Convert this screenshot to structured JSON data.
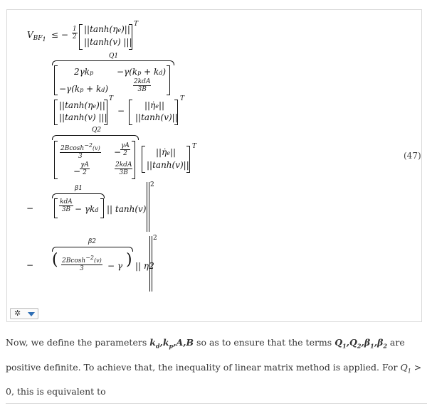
{
  "equation": {
    "number": "(47)",
    "lhs": "V",
    "lhs_sub": "BF",
    "lhs_sub2": "1",
    "rel": "≤ −",
    "half_num": "1",
    "half_den": "2",
    "vec1_top": "||tanh(η",
    "vec1_top_sub": "e",
    "vec1_top_end": ")||",
    "vec1_bot": "||tanh(v) |||",
    "sup_T": "T",
    "Q1_label": "Q1",
    "q1_a11": "2γk",
    "q1_a11_sub": "p",
    "q1_a12": "−γ(k",
    "q1_a12_sub1": "p",
    "q1_a12_mid": " + k",
    "q1_a12_sub2": "d",
    "q1_a12_end": ")",
    "q1_a21": "−γ(k",
    "q1_a21_sub1": "p",
    "q1_a21_mid": " + k",
    "q1_a21_sub2": "d",
    "q1_a21_end": ")",
    "q1_a22_num": "2kdA",
    "q1_a22_den": "3B",
    "vec2_top": "||tanh(η",
    "vec2_top_sub": "e",
    "vec2_top_end": ")||",
    "vec2_bot": "||tanh(v) |||",
    "minus": "−",
    "vec3_top": "||η̇",
    "vec3_top_sub": "e",
    "vec3_top_end": "||",
    "vec3_bot": "||tanh(v)||",
    "Q2_label": "Q2",
    "q2_a11_num": "2Bcosh",
    "q2_a11_sup": "−2",
    "q2_a11_arg": "(v)",
    "q2_a11_den": "3",
    "q2_a12_num": "γA",
    "q2_a12_den": "2",
    "q2_a12_sign": "−",
    "q2_a21_sign": "−",
    "q2_a21_num": "γA",
    "q2_a21_den": "2",
    "q2_a22_num": "2kdA",
    "q2_a22_den": "3B",
    "vec4_top": "||η̇",
    "vec4_top_sub": "e",
    "vec4_top_end": "||",
    "vec4_bot": "||tanh(v)||",
    "beta1_label": "β1",
    "b1_num": "kdA",
    "b1_den": "3B",
    "b1_rest": "− γk",
    "b1_rest_sub": "d",
    "b1_after": "|| tanh(v)",
    "sup_2a": "2",
    "beta2_label": "β2",
    "b2_num": "2Bcosh",
    "b2_sup": "−2",
    "b2_arg": "(v)",
    "b2_den": "3",
    "b2_rest": "− γ",
    "b2_after": "|| η2",
    "sup_2b": "2",
    "row_minus1": "−",
    "row_minus2": "−"
  },
  "toolbar": {
    "gear_icon": "✲"
  },
  "paragraph": {
    "p1": "Now, we define the parameters ",
    "p1_math": "k",
    "p1_math_sub": "d",
    "p1_math2": ",k",
    "p1_math2_sub": "p",
    "p1_math3": ",A,B",
    "p2": " so as to ensure that the terms ",
    "p2_math": "Q",
    "p2_math_sub": "1",
    "p2_math2": ",Q",
    "p2_math2_sub": "2",
    "p2_math3": ",β",
    "p2_math3_sub": "1",
    "p2_math4": ",β",
    "p2_math4_sub": "2",
    "p3": " are positive definite. To achieve that, the inequality of linear matrix method is applied. For ",
    "p3_math": "Q",
    "p3_math_sub": "1",
    "p3_math_rel": " > 0",
    "p4": ", this is equivalent to"
  }
}
